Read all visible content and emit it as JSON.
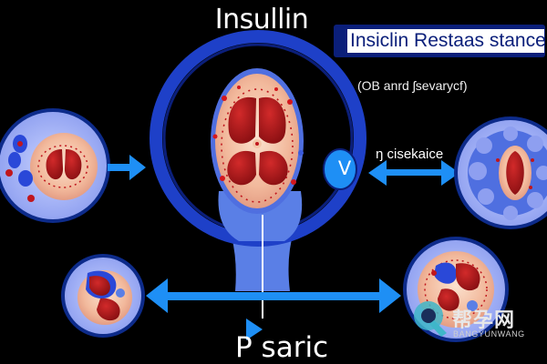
{
  "title": "Insullin",
  "banner": "Insiclin Restaas stance",
  "note": "(OB anrd ʃsevarycf)",
  "side_label": "ŋ cisekaice",
  "badge": "V",
  "bottom_label": "P saric",
  "watermark": {
    "chinese": "帮孕网",
    "latin": "BANGYUNWANG",
    "icon": "q-logo-icon"
  },
  "colors": {
    "ring": "#1e40c8",
    "arrow": "#1e8ff5",
    "tissue": "#f3c6a8",
    "lobe": "#b2151a",
    "cell": "#4f6fe0"
  }
}
